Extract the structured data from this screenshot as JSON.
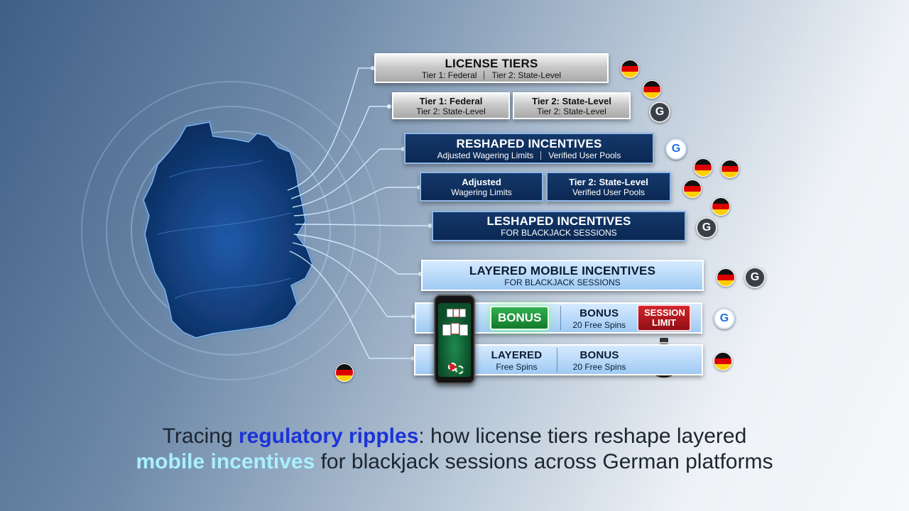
{
  "banners": {
    "license_tiers": {
      "title": "LICENSE TIERS",
      "sub_left": "Tier 1: Federal",
      "sub_right": "Tier 2: State-Level"
    },
    "tier_box_left": {
      "line1": "Tier 1: Federal",
      "line2": "Tier 2: State-Level"
    },
    "tier_box_right": {
      "line1": "Tier 2: State-Level",
      "line2": "Tier 2: State-Level"
    },
    "reshaped": {
      "title": "RESHAPED INCENTIVES",
      "sub_left": "Adjusted Wagering Limits",
      "sub_right": "Verified User Pools"
    },
    "adjusted_box": {
      "line1": "Adjusted",
      "line2": "Wagering Limits"
    },
    "state_level_box": {
      "line1": "Tier 2: State-Level",
      "line2": "Verified User Pools"
    },
    "leshaped": {
      "title": "LESHAPED INCENTIVES",
      "sub": "FOR BLACKJACK SESSIONS"
    },
    "layered_mobile": {
      "title": "LAYERED MOBILE INCENTIVES",
      "sub": "FOR BLACKJACK SESSIONS"
    },
    "bonus_row": {
      "bonus_badge": "BONUS",
      "bonus_title": "BONUS",
      "bonus_sub": "20 Free Spins",
      "session_line1": "SESSION",
      "session_line2": "LIMIT"
    },
    "layered_row": {
      "layered_title": "LAYERED",
      "layered_sub": "Free Spins",
      "bonus_title": "BONUS",
      "bonus_sub": "20 Free Spins"
    }
  },
  "badges": {
    "g_letter": "G"
  },
  "caption": {
    "line1_pre": "Tracing ",
    "line1_highlight": "regulatory ripples",
    "line1_post": ": how license tiers reshape layered",
    "line2_highlight": "mobile incentives",
    "line2_post": " for blackjack sessions across German platforms"
  },
  "colors": {
    "highlight_blue": "#1b33d8",
    "highlight_cyan": "#a9f0ff",
    "navy_banner": "#0b2853",
    "silver_banner": "#c9c9c9",
    "light_banner": "#9fcaf3",
    "bonus_green": "#137a2d",
    "session_red": "#8f0f14"
  },
  "icons": [
    "germany-map",
    "german-flag-icon",
    "g-badge-icon",
    "smartphone-blackjack-icon",
    "stopwatch-icon"
  ]
}
